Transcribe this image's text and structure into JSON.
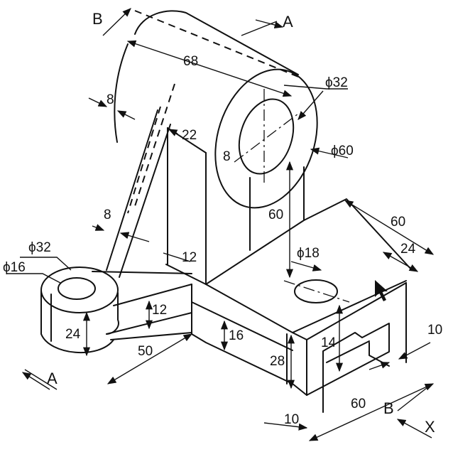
{
  "diagram": {
    "type": "isometric-drawing",
    "cutting_planes": {
      "a": "A",
      "b": "B"
    },
    "view_direction": "X",
    "dimensions": {
      "cyl_length": "68",
      "rib_thickness_top": "8",
      "bore_dia_top": "ϕ32",
      "outer_dia_top": "ϕ60",
      "rib_offset_22": "22",
      "web_thickness": "8",
      "rib_thickness_mid": "8",
      "height_60": "60",
      "base_width_60": "60",
      "slot_width_24": "24",
      "hole_dia_18": "ϕ18",
      "boss_outer_dia": "ϕ32",
      "boss_inner_dia": "ϕ16",
      "arm_offset_12a": "12",
      "arm_thickness_12": "12",
      "boss_height_24": "24",
      "arm_length_50": "50",
      "step_16": "16",
      "base_height_28": "28",
      "slot_depth_14": "14",
      "slot_side_10": "10",
      "bottom_10": "10",
      "base_length_60": "60"
    }
  }
}
